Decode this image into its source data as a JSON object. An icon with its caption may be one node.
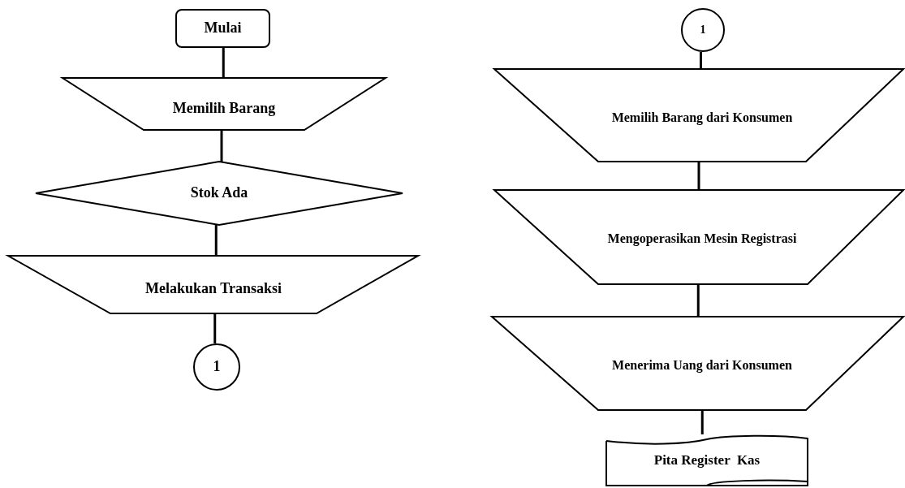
{
  "diagram": {
    "nodes": [
      {
        "text": [
          "Mulai"
        ]
      },
      {
        "text": [
          "Memilih Barang"
        ]
      },
      {
        "text": [
          "Stok Ada"
        ]
      },
      {
        "text": [
          "Melakukan Transaksi"
        ]
      },
      {
        "text": [
          "1"
        ]
      },
      {
        "text": [
          "1"
        ]
      },
      {
        "text": [
          "Memilih Barang dari Konsumen"
        ]
      },
      {
        "text": [
          "Mengoperasikan Mesin Registrasi"
        ]
      },
      {
        "text": [
          "Menerima Uang dari Konsumen"
        ]
      },
      {
        "text": [
          "Pita Register  Kas"
        ]
      }
    ],
    "edges": [
      {
        "from": 0,
        "to": 1,
        "arrow": "none"
      },
      {
        "from": 1,
        "to": 2,
        "arrow": "none"
      },
      {
        "from": 2,
        "to": 3,
        "arrow": "none"
      },
      {
        "from": 3,
        "to": 4,
        "arrow": "none"
      },
      {
        "from": 5,
        "to": 6,
        "arrow": "none"
      },
      {
        "from": 6,
        "to": 7,
        "arrow": "none"
      },
      {
        "from": 7,
        "to": 8,
        "arrow": "none"
      },
      {
        "from": 8,
        "to": 9,
        "arrow": "none"
      }
    ]
  }
}
